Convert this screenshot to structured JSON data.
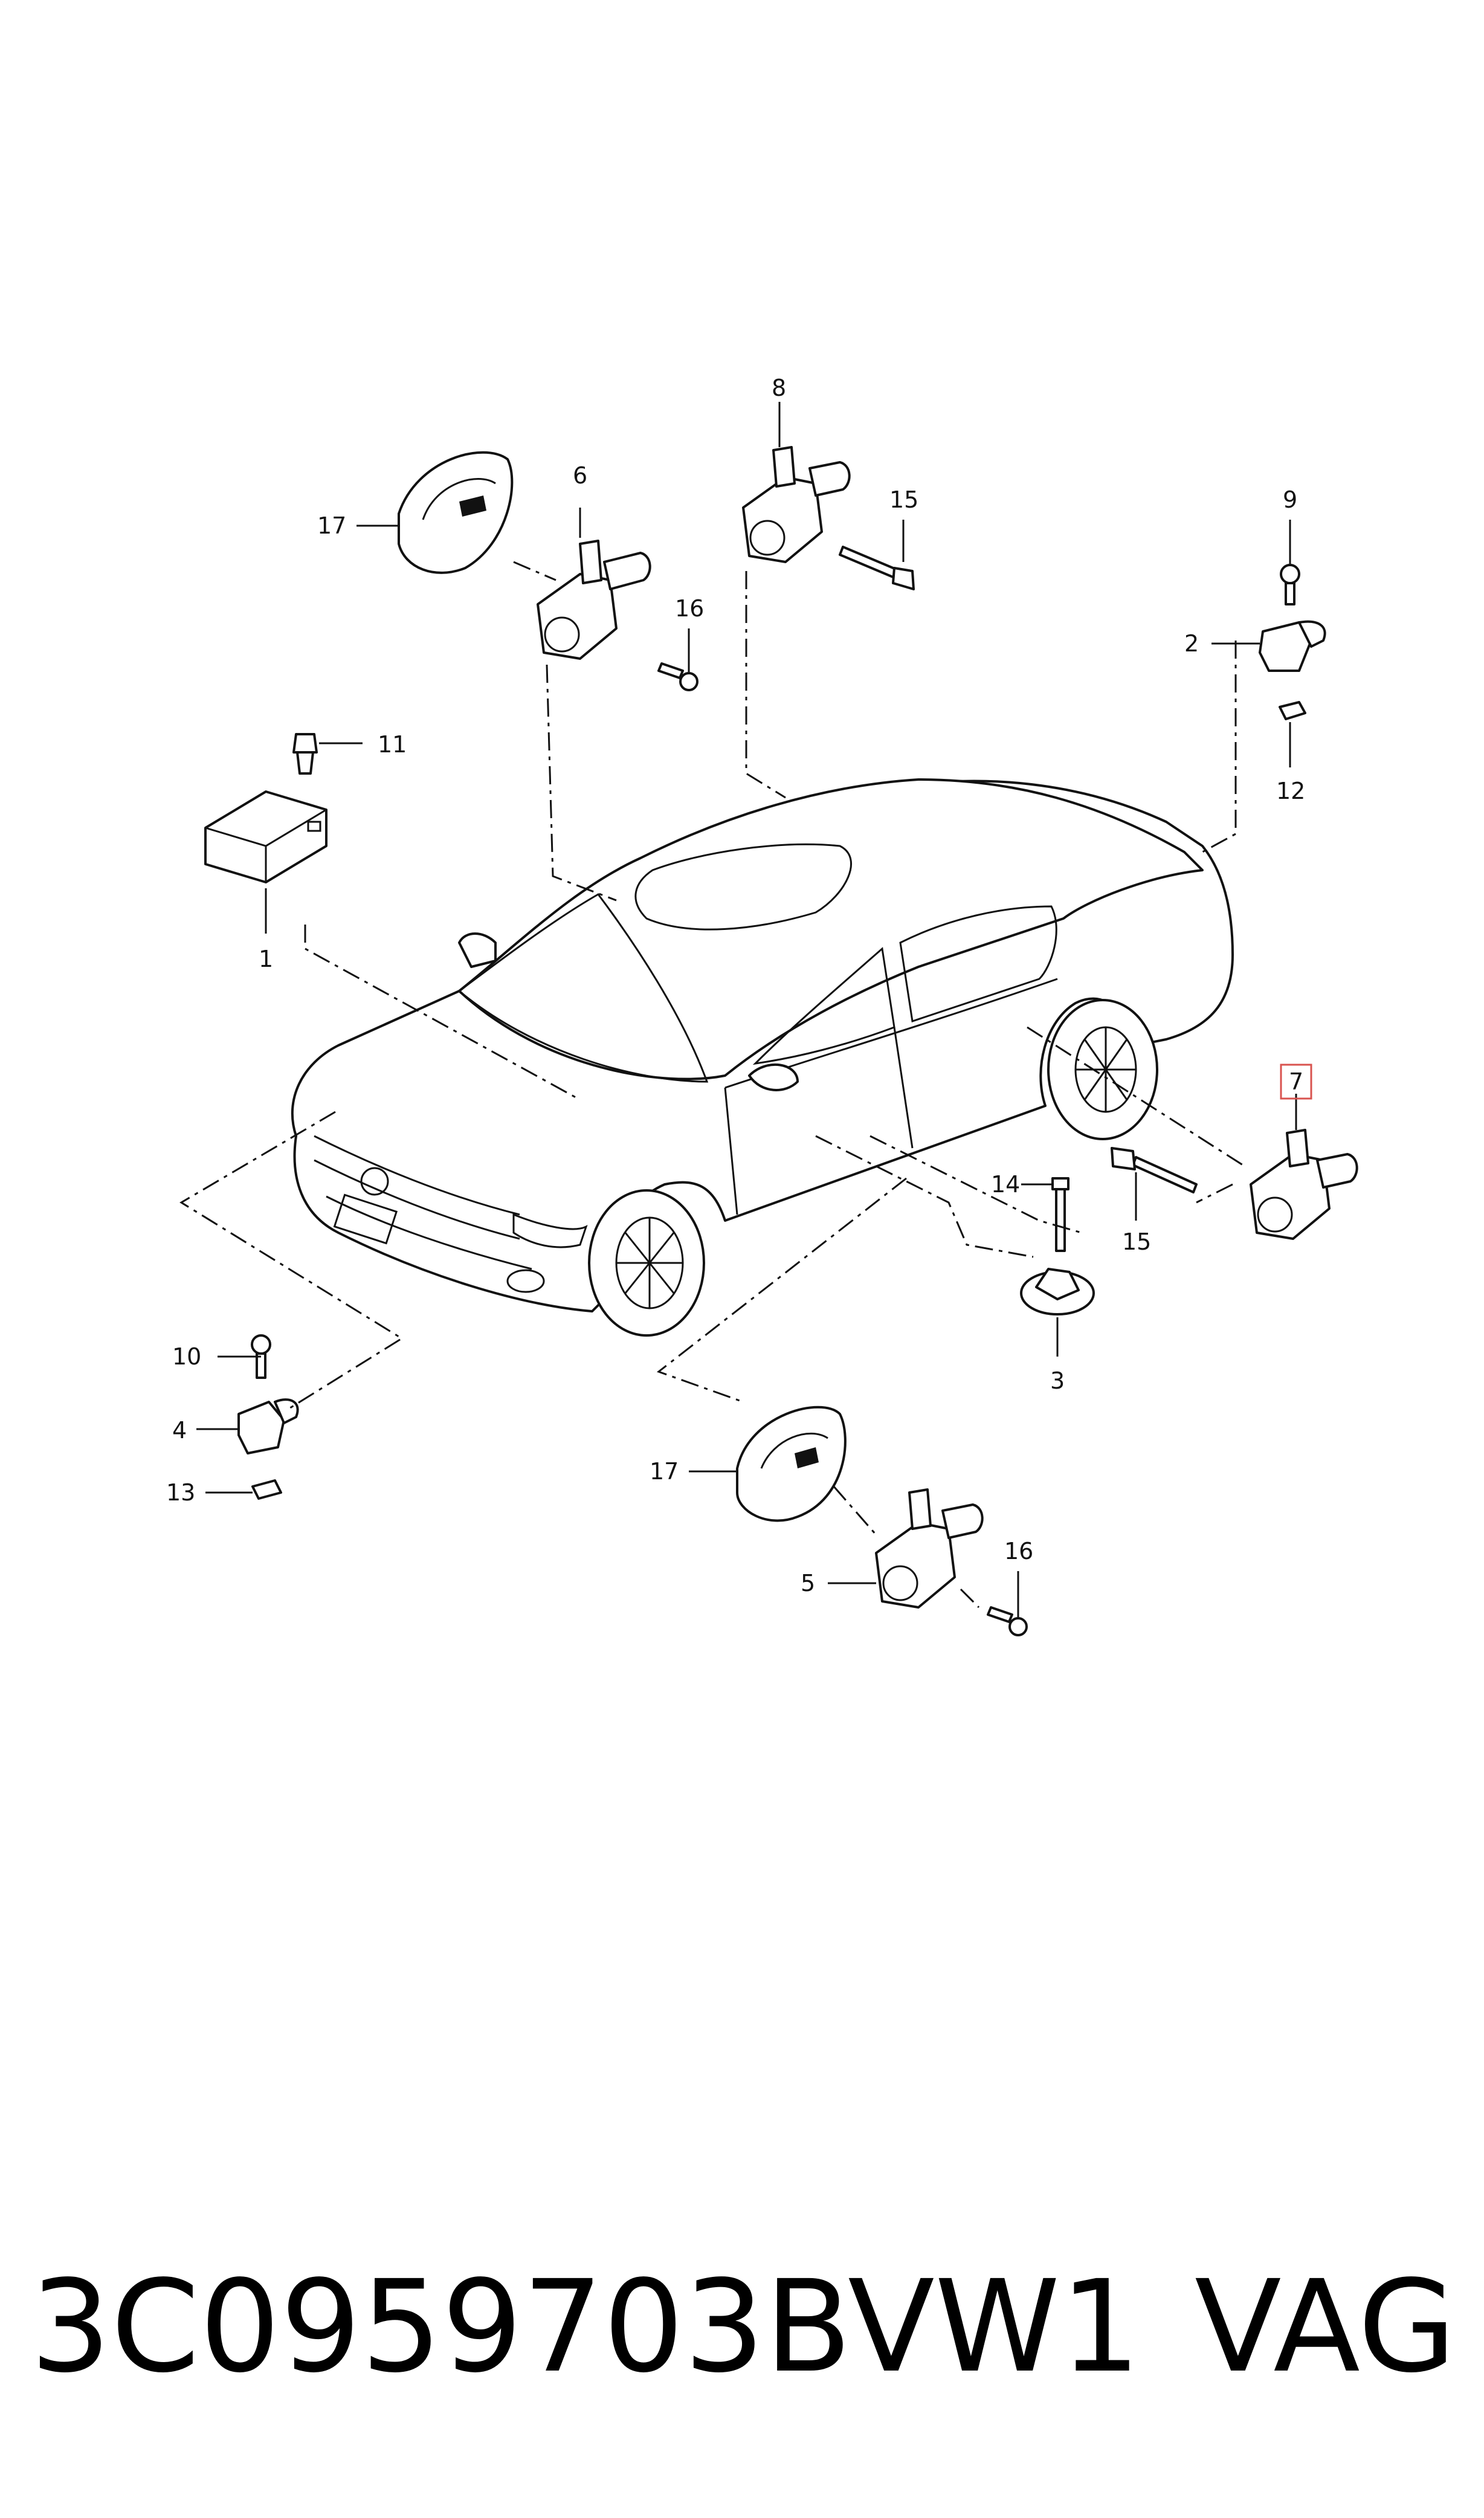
{
  "callouts": {
    "c1": "1",
    "c2": "2",
    "c3": "3",
    "c4": "4",
    "c5": "5",
    "c6": "6",
    "c7": "7",
    "c8": "8",
    "c9": "9",
    "c10": "10",
    "c11": "11",
    "c12": "12",
    "c13": "13",
    "c14": "14",
    "c15a": "15",
    "c15b": "15",
    "c16a": "16",
    "c16b": "16",
    "c17a": "17",
    "c17b": "17"
  },
  "highlighted_callout": "7",
  "colors": {
    "highlight": "#d9534f",
    "line": "#111111"
  },
  "footer": {
    "part_number": "3C0959703BVW1",
    "brand": "VAG"
  }
}
